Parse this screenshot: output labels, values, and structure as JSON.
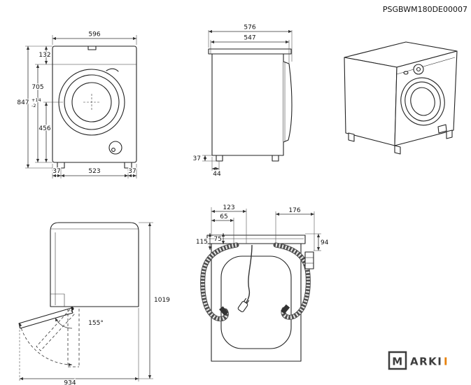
{
  "header": {
    "part_number": "PSGBWM180DE00007"
  },
  "front_view": {
    "width": "596",
    "top_section": "132",
    "upper_height": "705",
    "total_height": "847",
    "tolerance_plus": "+14",
    "tolerance_minus": "-2",
    "door_to_floor": "456",
    "feet_span": "523",
    "foot_offset_left": "37",
    "foot_offset_right": "37"
  },
  "side_view": {
    "total_depth": "576",
    "body_depth": "547",
    "foot_height": "37",
    "foot_setback": "44"
  },
  "door_open_view": {
    "opening_angle": "155°",
    "total_height": "1019",
    "depth_door_open": "934"
  },
  "rear_view": {
    "top_offset_a": "123",
    "top_offset_b": "65",
    "top_offset_c": "176",
    "side_offset_a": "115",
    "side_offset_b": "75",
    "right_offset": "94"
  },
  "logo": {
    "boxed_letter": "M",
    "brand_text": "ARKI",
    "accent_letter": "I"
  },
  "colors": {
    "line": "#222222",
    "accent": "#e8820d"
  }
}
